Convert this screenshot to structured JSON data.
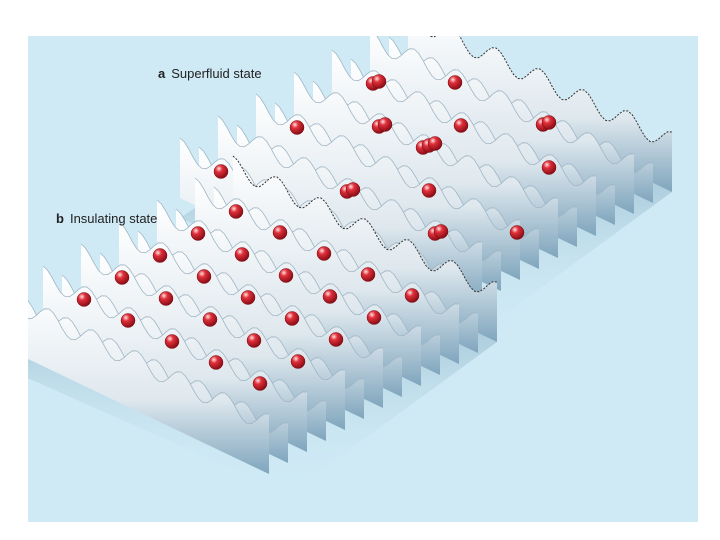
{
  "colors": {
    "background": "#cfeaf5",
    "lattice_surface": "#f4f6f8",
    "lattice_shadow": "#5b8aa8",
    "atom": "#d0202c",
    "atom_highlight": "#ffd0d0"
  },
  "panels": [
    {
      "letter": "a",
      "title": "Superfluid state",
      "atom_distribution": "irregular (0–3 atoms per well)"
    },
    {
      "letter": "b",
      "title": "Insulating state",
      "atom_distribution": "one atom per well"
    }
  ],
  "lattice": {
    "wells_per_side": 6
  }
}
